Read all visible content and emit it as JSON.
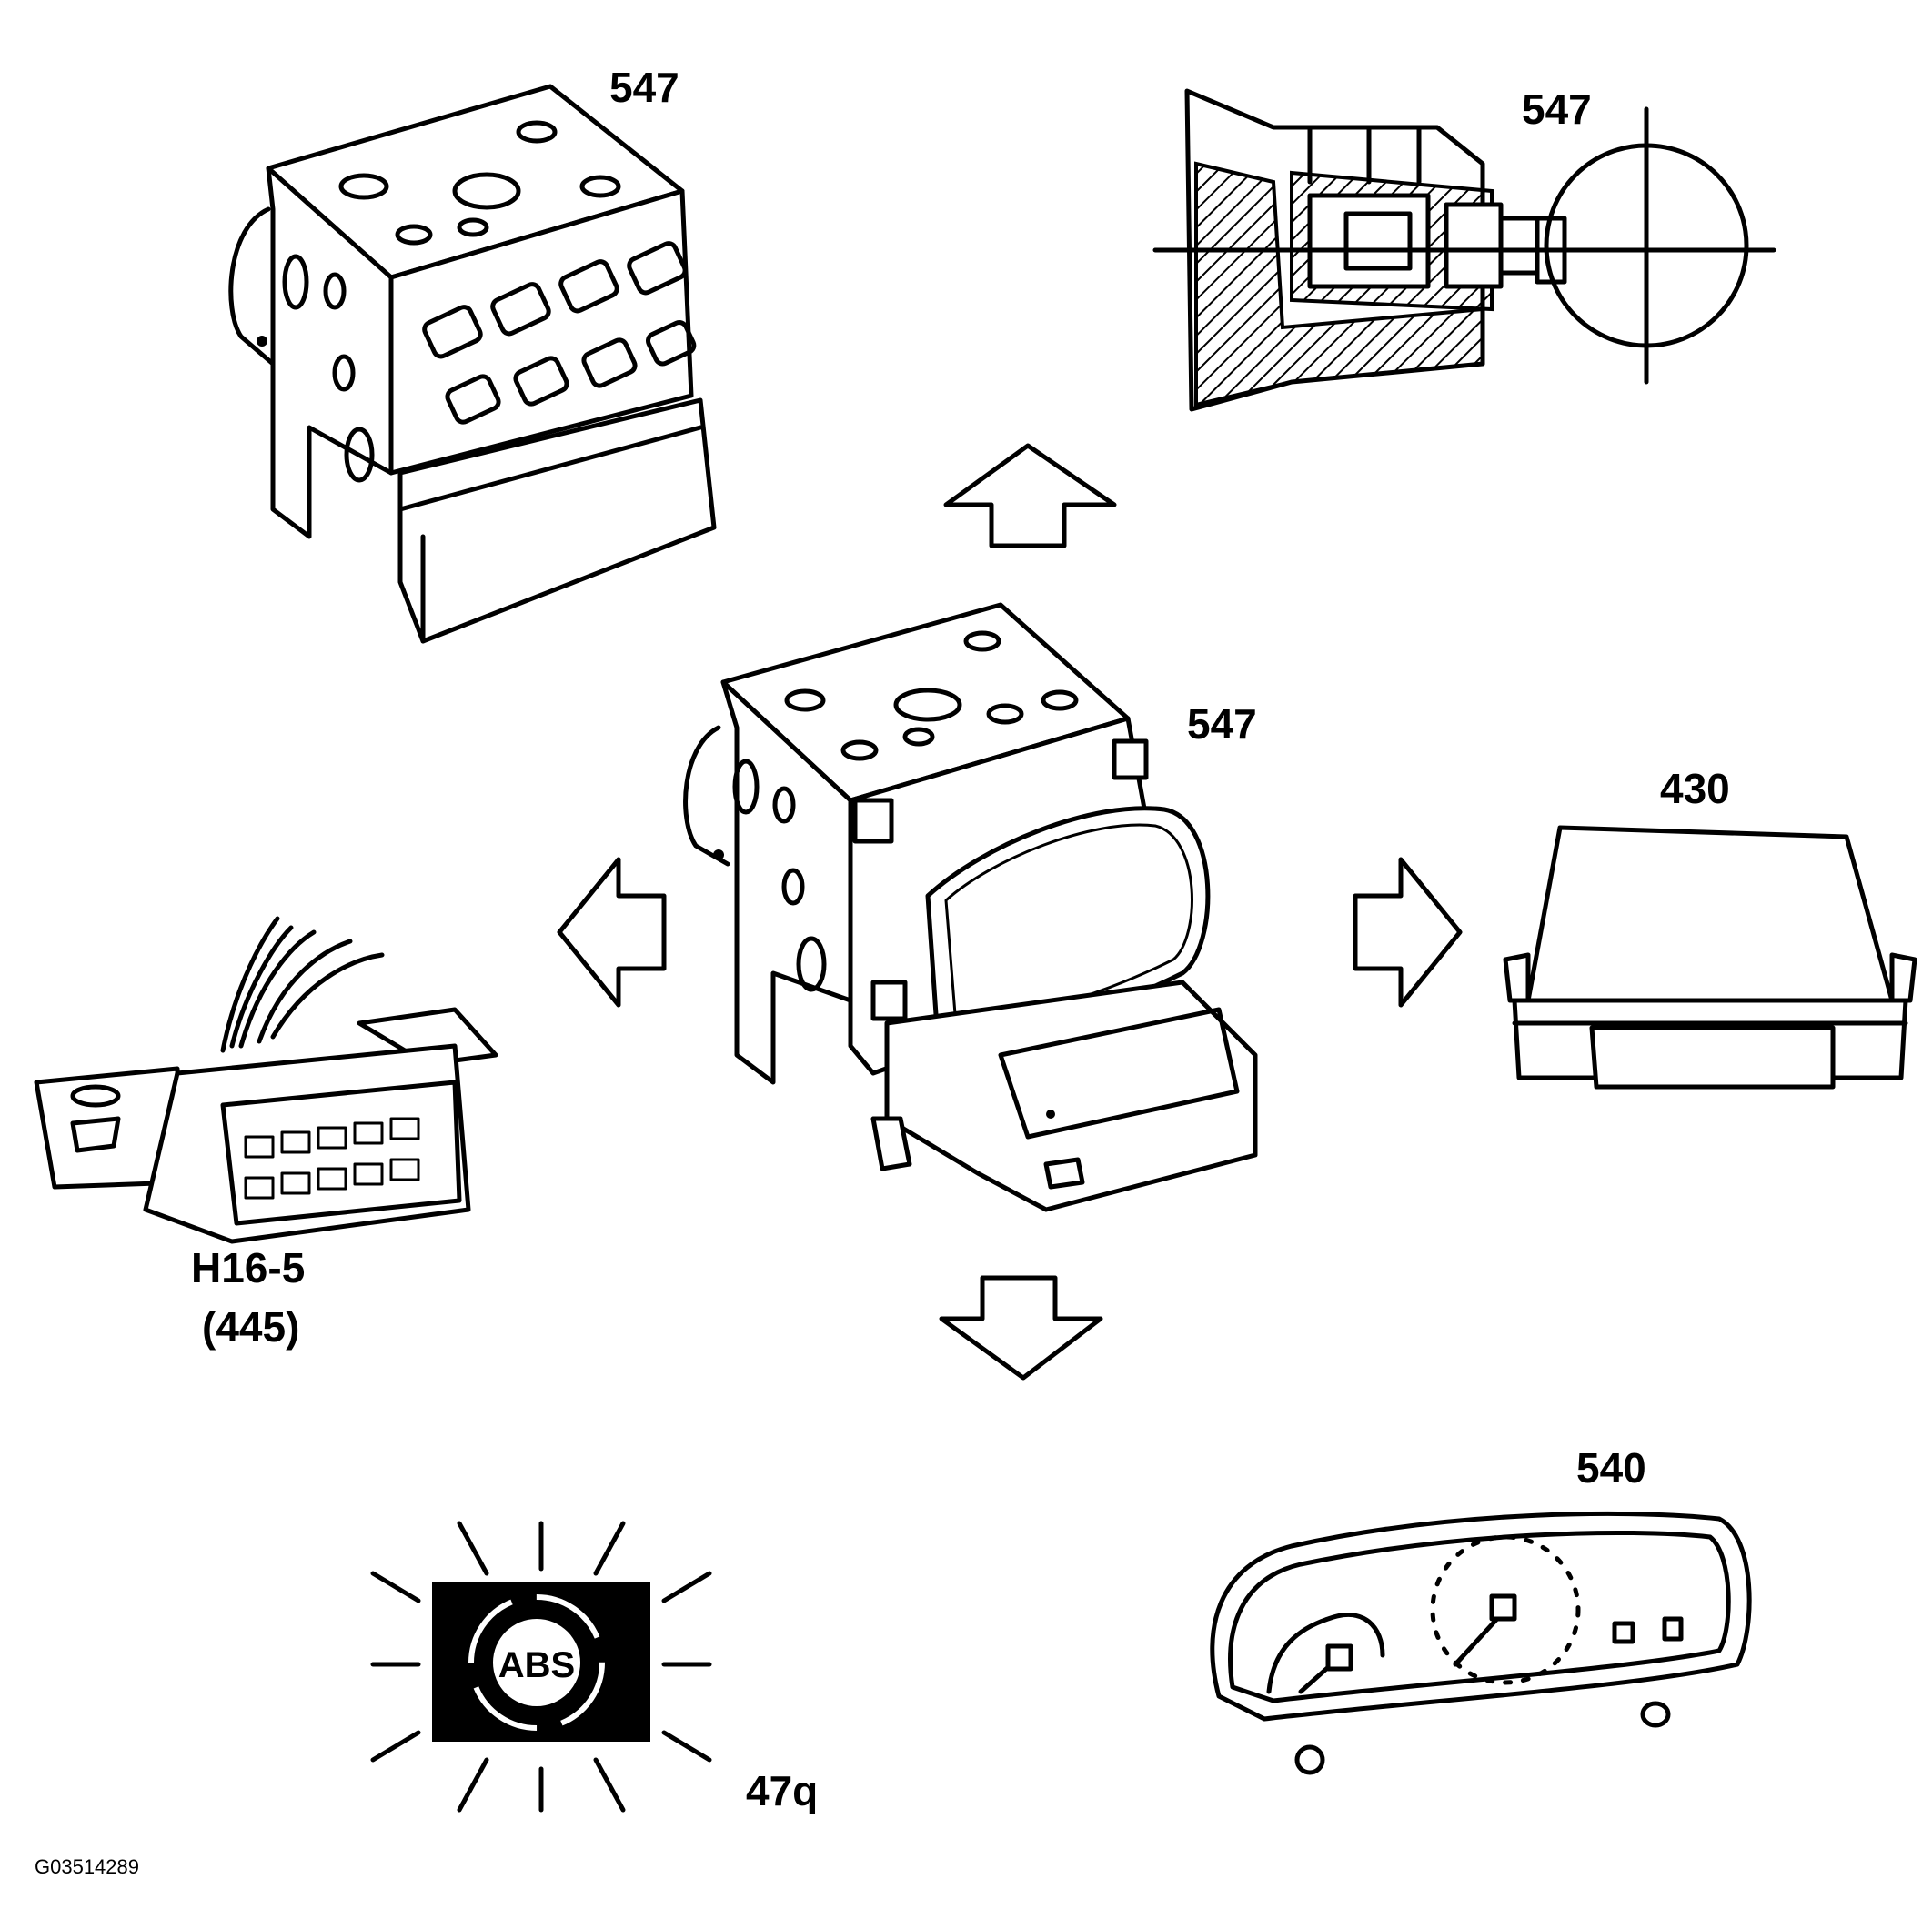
{
  "labels": {
    "abs_top_left": "547",
    "valve_section": "547",
    "abs_center": "547",
    "ecu": "430",
    "connector_line1": "H16-5",
    "connector_line2": "(445)",
    "cluster": "540",
    "warning_lamp": "47q",
    "lamp_text": "ABS",
    "figure_id": "G03514289"
  },
  "icons": {
    "arrows": [
      "arrow-up-icon",
      "arrow-left-icon",
      "arrow-right-icon",
      "arrow-down-icon"
    ]
  }
}
